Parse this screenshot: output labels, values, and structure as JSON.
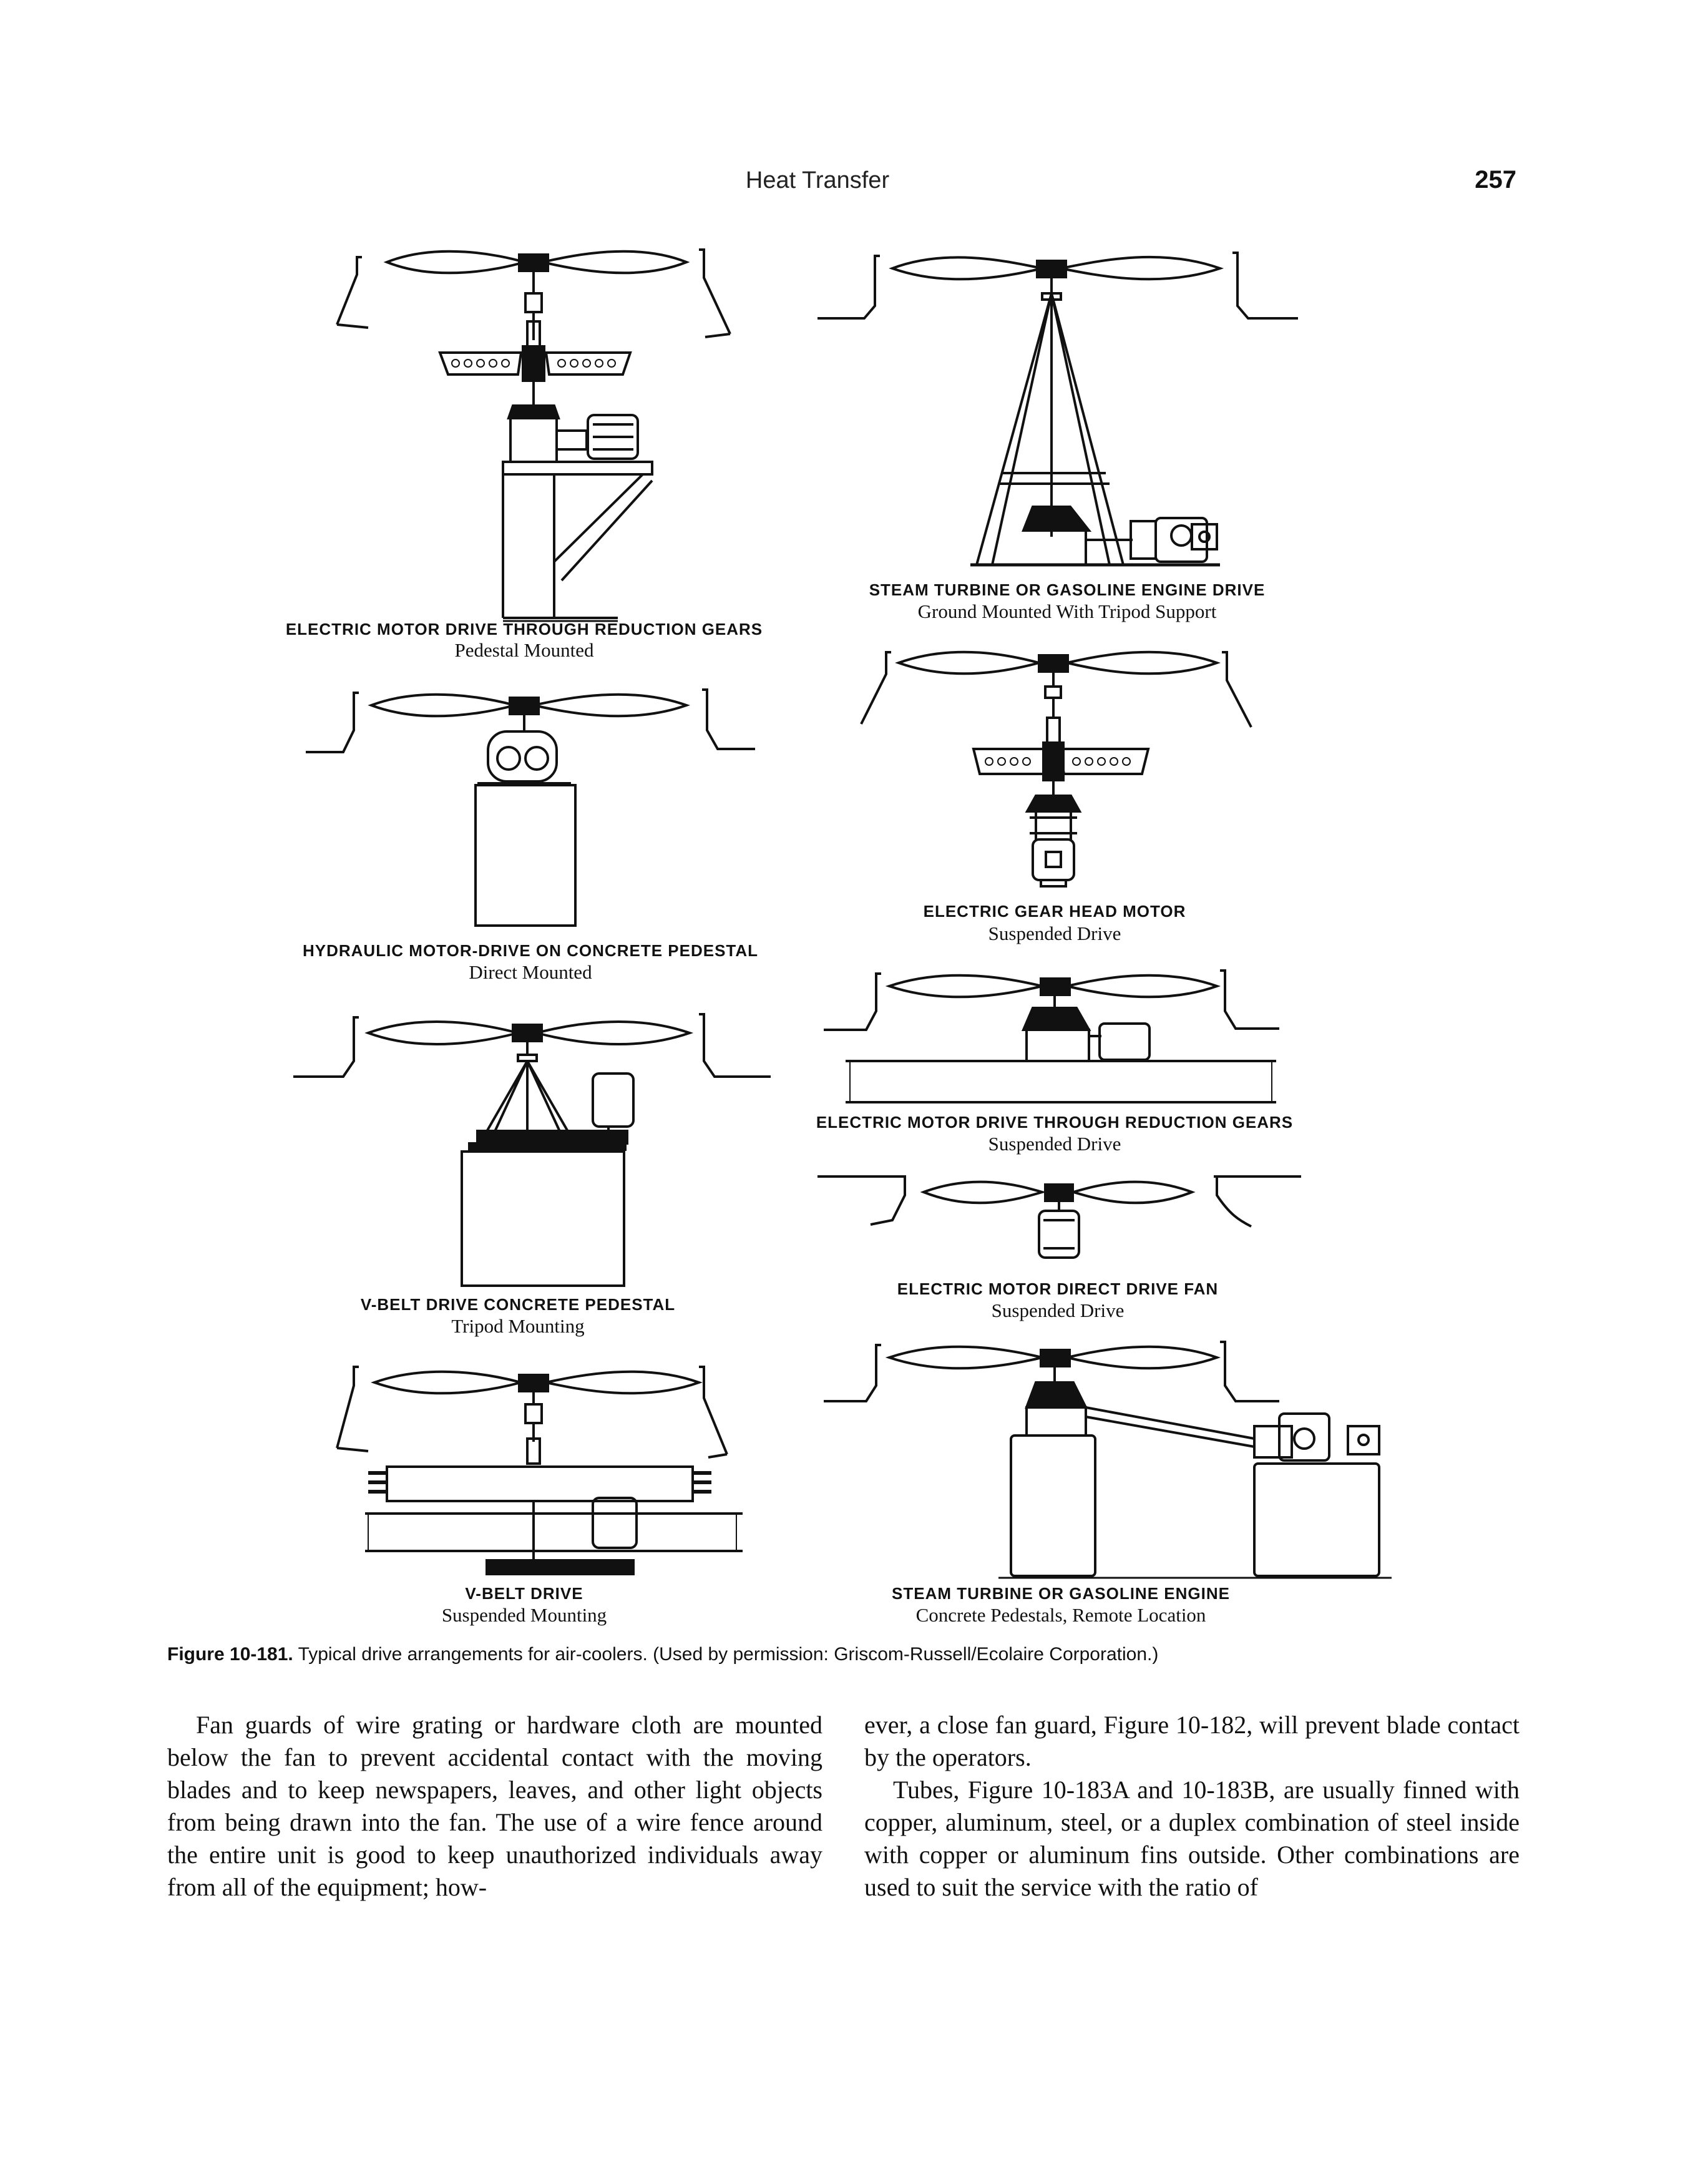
{
  "header": {
    "running_title": "Heat Transfer",
    "page_number": "257"
  },
  "figure": {
    "panels": [
      {
        "title": "ELECTRIC MOTOR DRIVE THROUGH REDUCTION GEARS",
        "subtitle": "Pedestal Mounted"
      },
      {
        "title": "STEAM TURBINE OR GASOLINE ENGINE DRIVE",
        "subtitle": "Ground Mounted With Tripod Support"
      },
      {
        "title": "HYDRAULIC MOTOR-DRIVE ON CONCRETE PEDESTAL",
        "subtitle": "Direct Mounted"
      },
      {
        "title": "ELECTRIC GEAR HEAD MOTOR",
        "subtitle": "Suspended Drive"
      },
      {
        "title": "V-BELT DRIVE CONCRETE PEDESTAL",
        "subtitle": "Tripod Mounting"
      },
      {
        "title": "ELECTRIC MOTOR DRIVE THROUGH REDUCTION GEARS",
        "subtitle": "Suspended Drive"
      },
      {
        "title": "ELECTRIC MOTOR DIRECT DRIVE FAN",
        "subtitle": "Suspended Drive"
      },
      {
        "title": "V-BELT DRIVE",
        "subtitle": "Suspended Mounting"
      },
      {
        "title": "STEAM TURBINE OR GASOLINE ENGINE",
        "subtitle": "Concrete Pedestals, Remote Location"
      }
    ],
    "caption_label": "Figure 10-181.",
    "caption_text": "Typical drive arrangements for air-coolers. (Used by permission: Griscom-Russell/Ecolaire Corporation.)"
  },
  "body": {
    "left_column": "Fan guards of wire grating or hardware cloth are mounted below the fan to prevent accidental contact with the moving blades and to keep newspapers, leaves, and other light objects from being drawn into the fan. The use of a wire fence around the entire unit is good to keep unauthorized individuals away from all of the equipment; how-",
    "right_column_p1": "ever, a close fan guard, Figure 10-182, will prevent blade contact by the operators.",
    "right_column_p2": "Tubes, Figure 10-183A and 10-183B, are usually finned with copper, aluminum, steel, or a duplex combination of steel inside with copper or aluminum fins outside. Other combinations are used to suit the service with the ratio of"
  }
}
